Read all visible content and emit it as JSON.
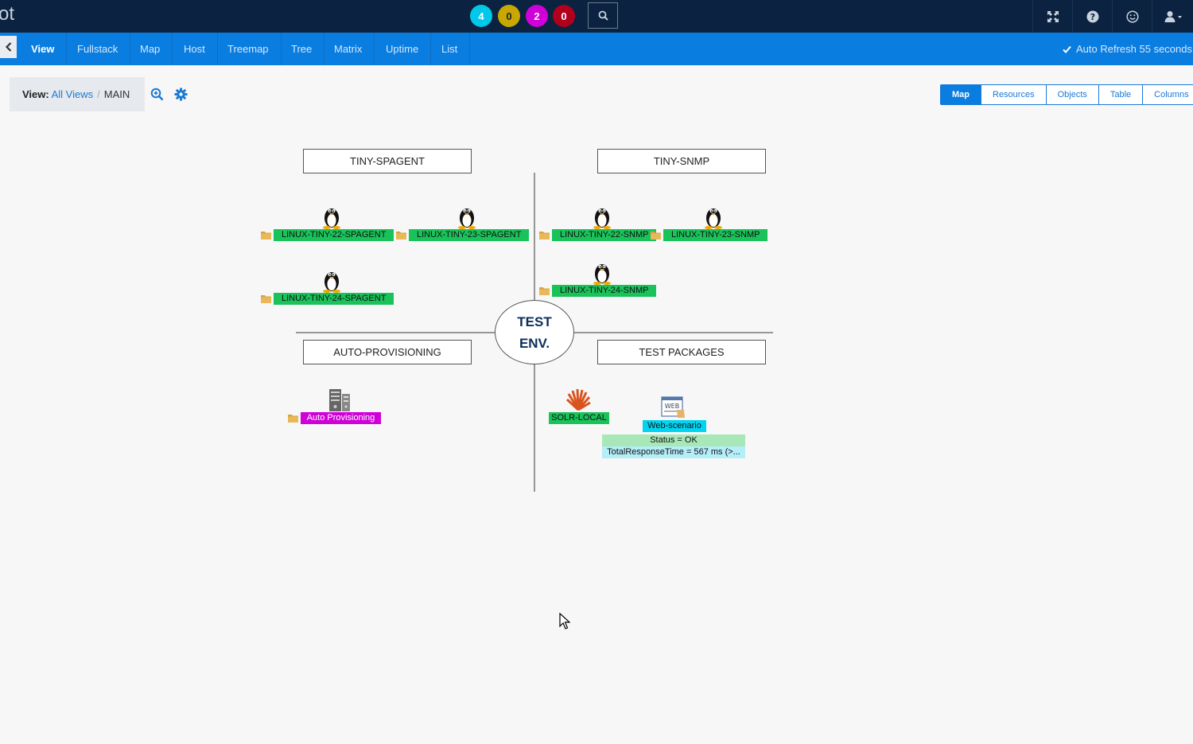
{
  "topbar": {
    "brand": "ot",
    "badges": {
      "cyan": "4",
      "yellow": "0",
      "magenta": "2",
      "red": "0"
    },
    "icons": [
      "search-icon",
      "expand-icon",
      "help-icon",
      "smiley-icon",
      "user-icon"
    ]
  },
  "nav": {
    "items": [
      "View",
      "Fullstack",
      "Map",
      "Host",
      "Treemap",
      "Tree",
      "Matrix",
      "Uptime",
      "List"
    ],
    "auto_refresh": "Auto Refresh 55 seconds"
  },
  "breadcrumb": {
    "label": "View:",
    "root": "All Views",
    "current": "MAIN"
  },
  "view_toggle": [
    "Map",
    "Resources",
    "Objects",
    "Table",
    "Columns"
  ],
  "map": {
    "center": {
      "line1": "TEST",
      "line2": "ENV."
    },
    "groups": [
      "TINY-SPAGENT",
      "TINY-SNMP",
      "AUTO-PROVISIONING",
      "TEST PACKAGES"
    ],
    "nodes": {
      "n1": "LINUX-TINY-22-SPAGENT",
      "n2": "LINUX-TINY-23-SPAGENT",
      "n3": "LINUX-TINY-24-SPAGENT",
      "n4": "LINUX-TINY-22-SNMP",
      "n5": "LINUX-TINY-23-SNMP",
      "n6": "LINUX-TINY-24-SNMP",
      "n7": "Auto Provisioning",
      "n8": "SOLR-LOCAL",
      "n9": "Web-scenario"
    },
    "web_status": {
      "line1": "Status = OK",
      "line2": "TotalResponseTime = 567 ms (>..."
    },
    "web_icon_text": "WEB",
    "colors": {
      "ok": "#19c35a",
      "provisioning": "#cf00d8",
      "web": "#00d4f0"
    }
  }
}
